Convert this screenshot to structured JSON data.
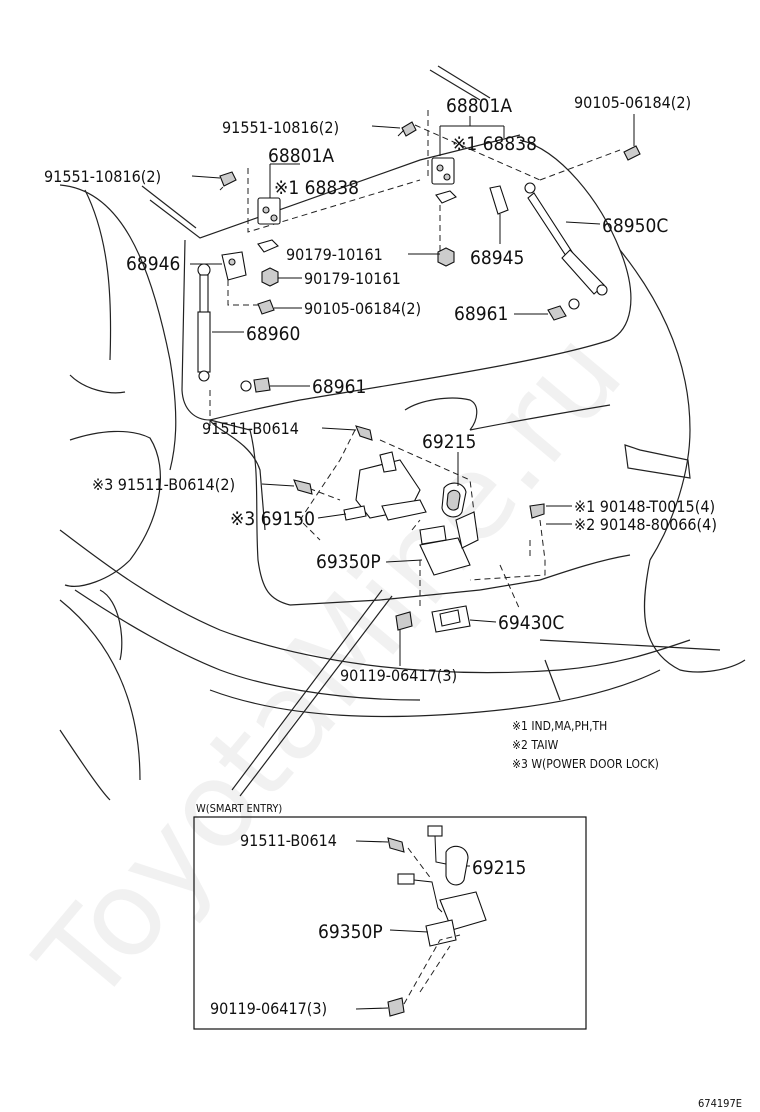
{
  "diagram_id": "674197E",
  "watermark": "ToyotaMine.ru",
  "labels": {
    "p91551_left": "91551-10816(2)",
    "p91551_top": "91551-10816(2)",
    "p68801A_left": "68801A",
    "p68838_left": "※1 68838",
    "p68801A_right": "68801A",
    "p68838_right": "※1 68838",
    "p90105_top": "90105-06184(2)",
    "p68950C": "68950C",
    "p90179_a": "90179-10161",
    "p68945": "68945",
    "p68946": "68946",
    "p90179_b": "90179-10161",
    "p90105_mid": "90105-06184(2)",
    "p68961_right": "68961",
    "p68960": "68960",
    "p68961_left": "68961",
    "p91511_a": "91511-B0614",
    "p69215": "69215",
    "p91511_b": "※3 91511-B0614(2)",
    "p90148_a": "※1 90148-T0015(4)",
    "p90148_b": "※2 90148-80066(4)",
    "p69150": "※3 69150",
    "p69350P": "69350P",
    "p69430C": "69430C",
    "p90119": "90119-06417(3)"
  },
  "notes": [
    "※1 IND,MA,PH,TH",
    "※2 TAIW",
    "※3 W(POWER DOOR LOCK)"
  ],
  "inset": {
    "title": "W(SMART ENTRY)",
    "p91511": "91511-B0614",
    "p69215": "69215",
    "p69350P": "69350P",
    "p90119": "90119-06417(3)"
  }
}
